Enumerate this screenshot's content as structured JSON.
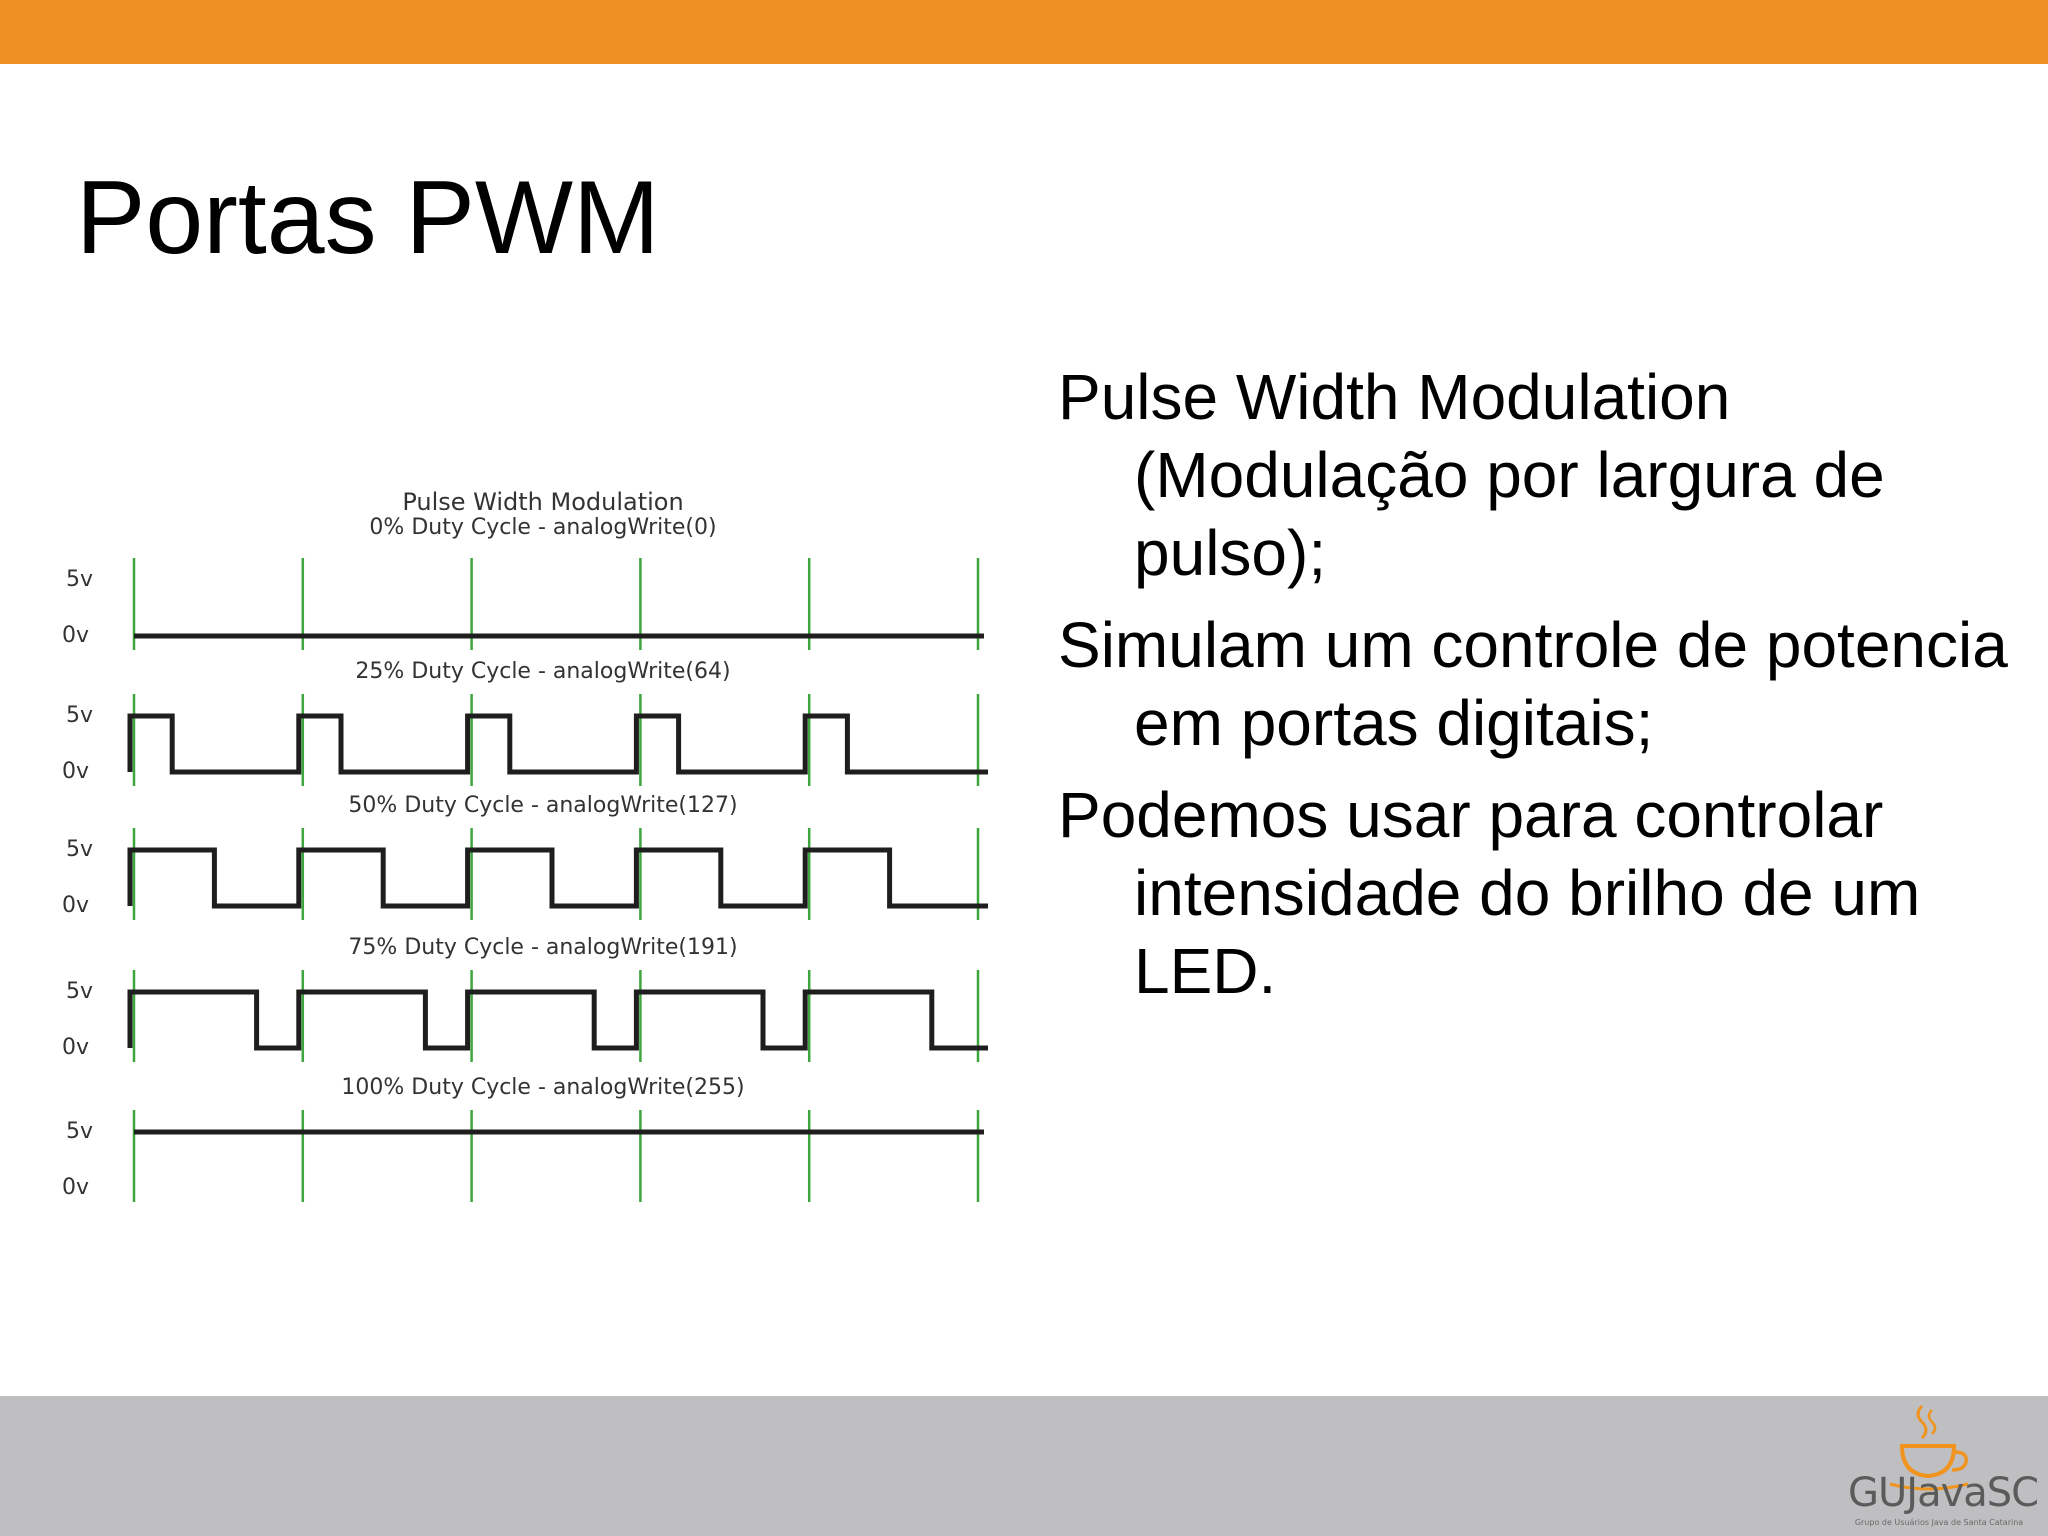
{
  "slide": {
    "title": "Portas PWM",
    "bullets": [
      "Pulse Width Modulation (Modulação por largura de pulso);",
      "Simulam um controle de potencia em portas digitais;",
      "Podemos usar para controlar intensidade do brilho de um LED."
    ]
  },
  "diagram": {
    "title": "Pulse Width Modulation",
    "high_label": "5v",
    "low_label": "0v",
    "periods": 5,
    "rows": [
      {
        "label": "0% Duty Cycle - analogWrite(0)",
        "duty": 0
      },
      {
        "label": "25% Duty Cycle - analogWrite(64)",
        "duty": 0.25
      },
      {
        "label": "50% Duty Cycle - analogWrite(127)",
        "duty": 0.5
      },
      {
        "label": "75% Duty Cycle - analogWrite(191)",
        "duty": 0.75
      },
      {
        "label": "100% Duty Cycle - analogWrite(255)",
        "duty": 1
      }
    ]
  },
  "logo": {
    "name": "GUJavaSC",
    "tagline": "Grupo de Usuários Java de Santa Catarina"
  },
  "colors": {
    "top_bar": "#EE8F22",
    "bottom_bar": "#BFBEC0",
    "grid_line": "#3DA63D",
    "signal": "#1e1e1e",
    "logo_cup": "#F0941E"
  }
}
